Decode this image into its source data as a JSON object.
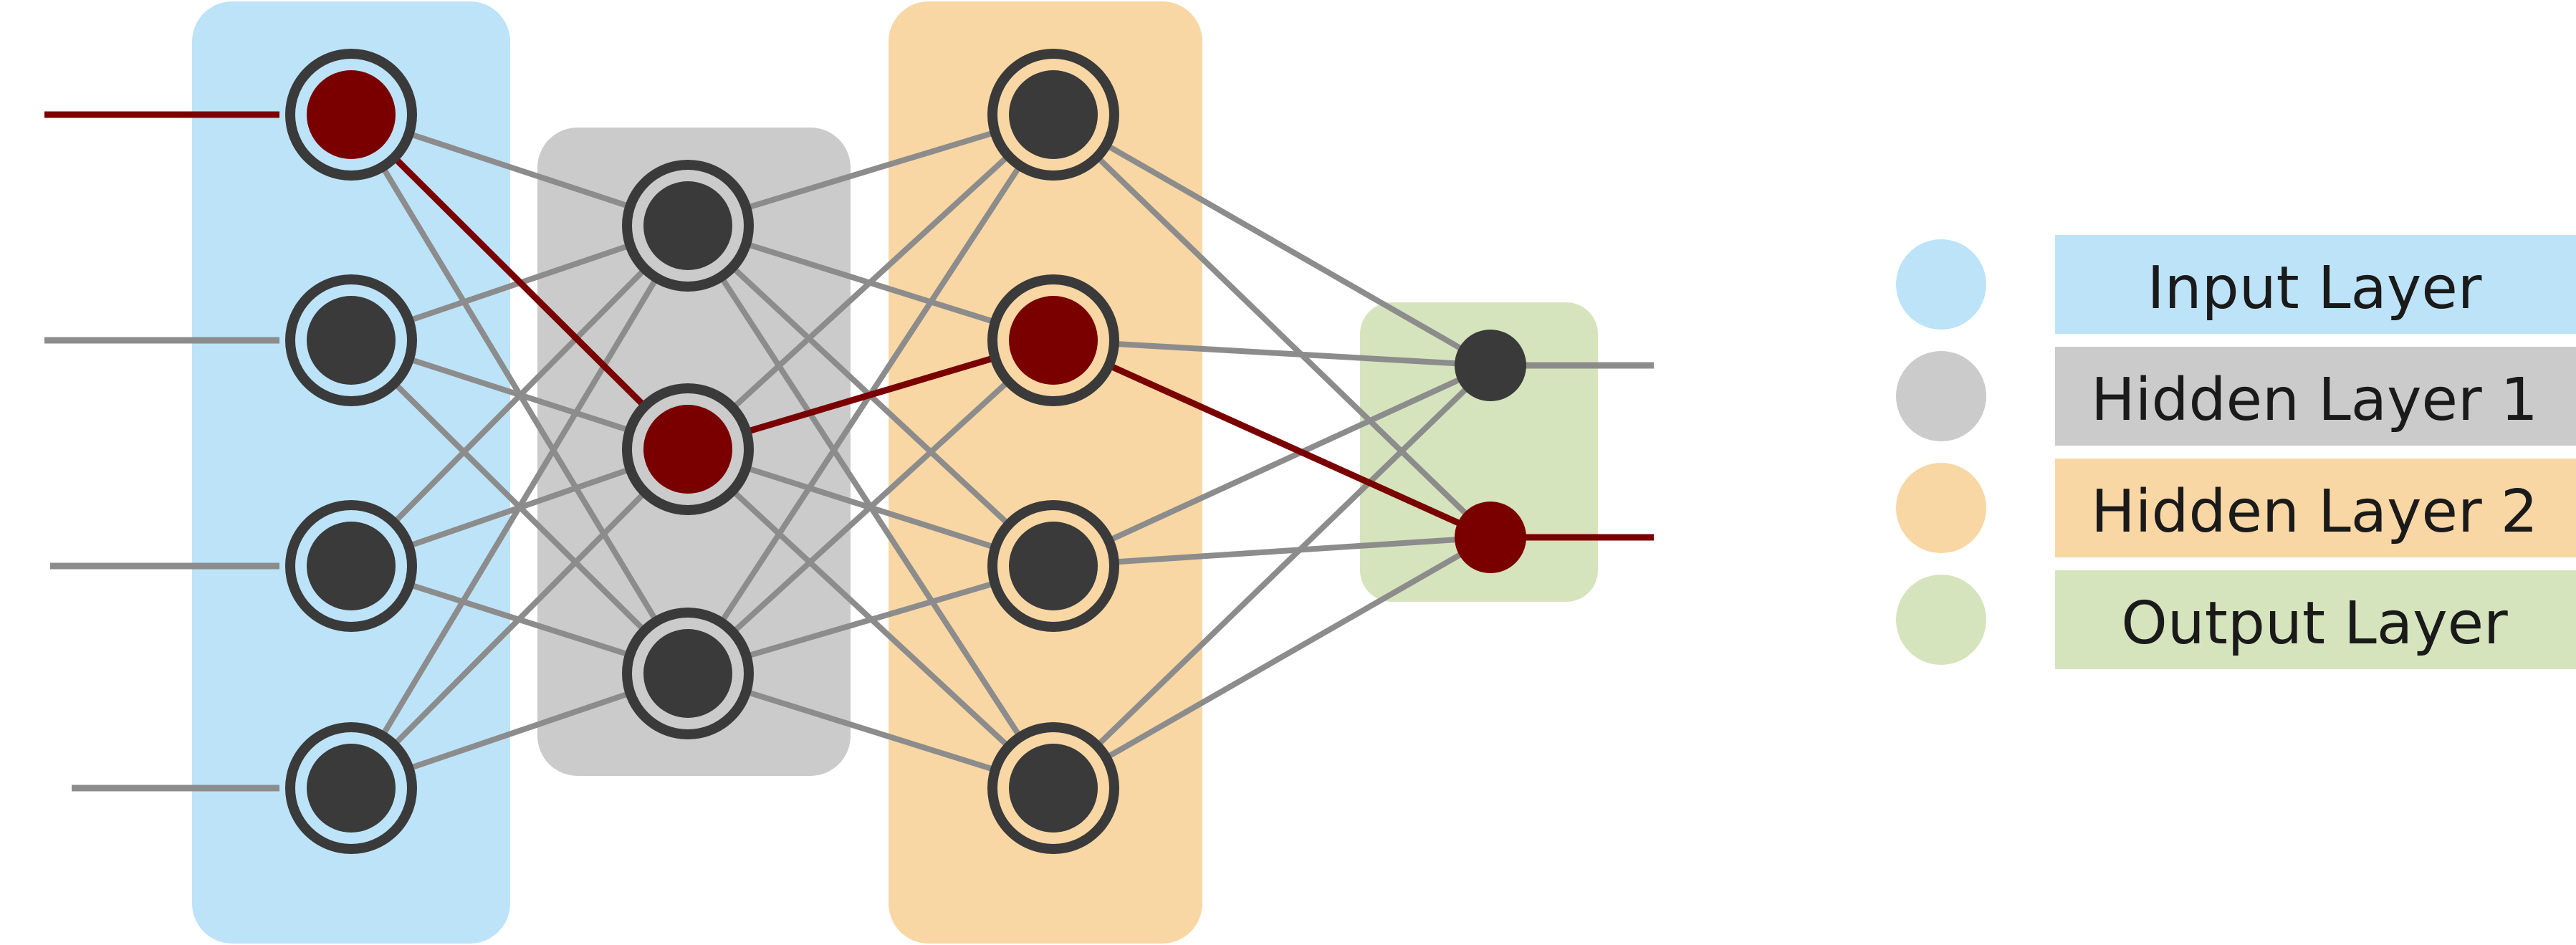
{
  "layers": [
    {
      "key": "input",
      "color": "#bde3f8",
      "node_count": 4,
      "highlighted_node": 0
    },
    {
      "key": "hidden1",
      "color": "#cbcbcb",
      "node_count": 3,
      "highlighted_node": 1
    },
    {
      "key": "hidden2",
      "color": "#f8d7a4",
      "node_count": 4,
      "highlighted_node": 1
    },
    {
      "key": "output",
      "color": "#d6e4bd",
      "node_count": 2,
      "highlighted_node": 1
    }
  ],
  "node_color": "#3a3a3a",
  "highlight_color": "#7a0000",
  "edge_color": "#8c8c8c",
  "legend": [
    {
      "label": "Input Layer",
      "color": "#bde3f8"
    },
    {
      "label": "Hidden Layer 1",
      "color": "#cbcbcb"
    },
    {
      "label": "Hidden Layer 2",
      "color": "#f8d7a4"
    },
    {
      "label": "Output Layer",
      "color": "#d6e4bd"
    }
  ]
}
